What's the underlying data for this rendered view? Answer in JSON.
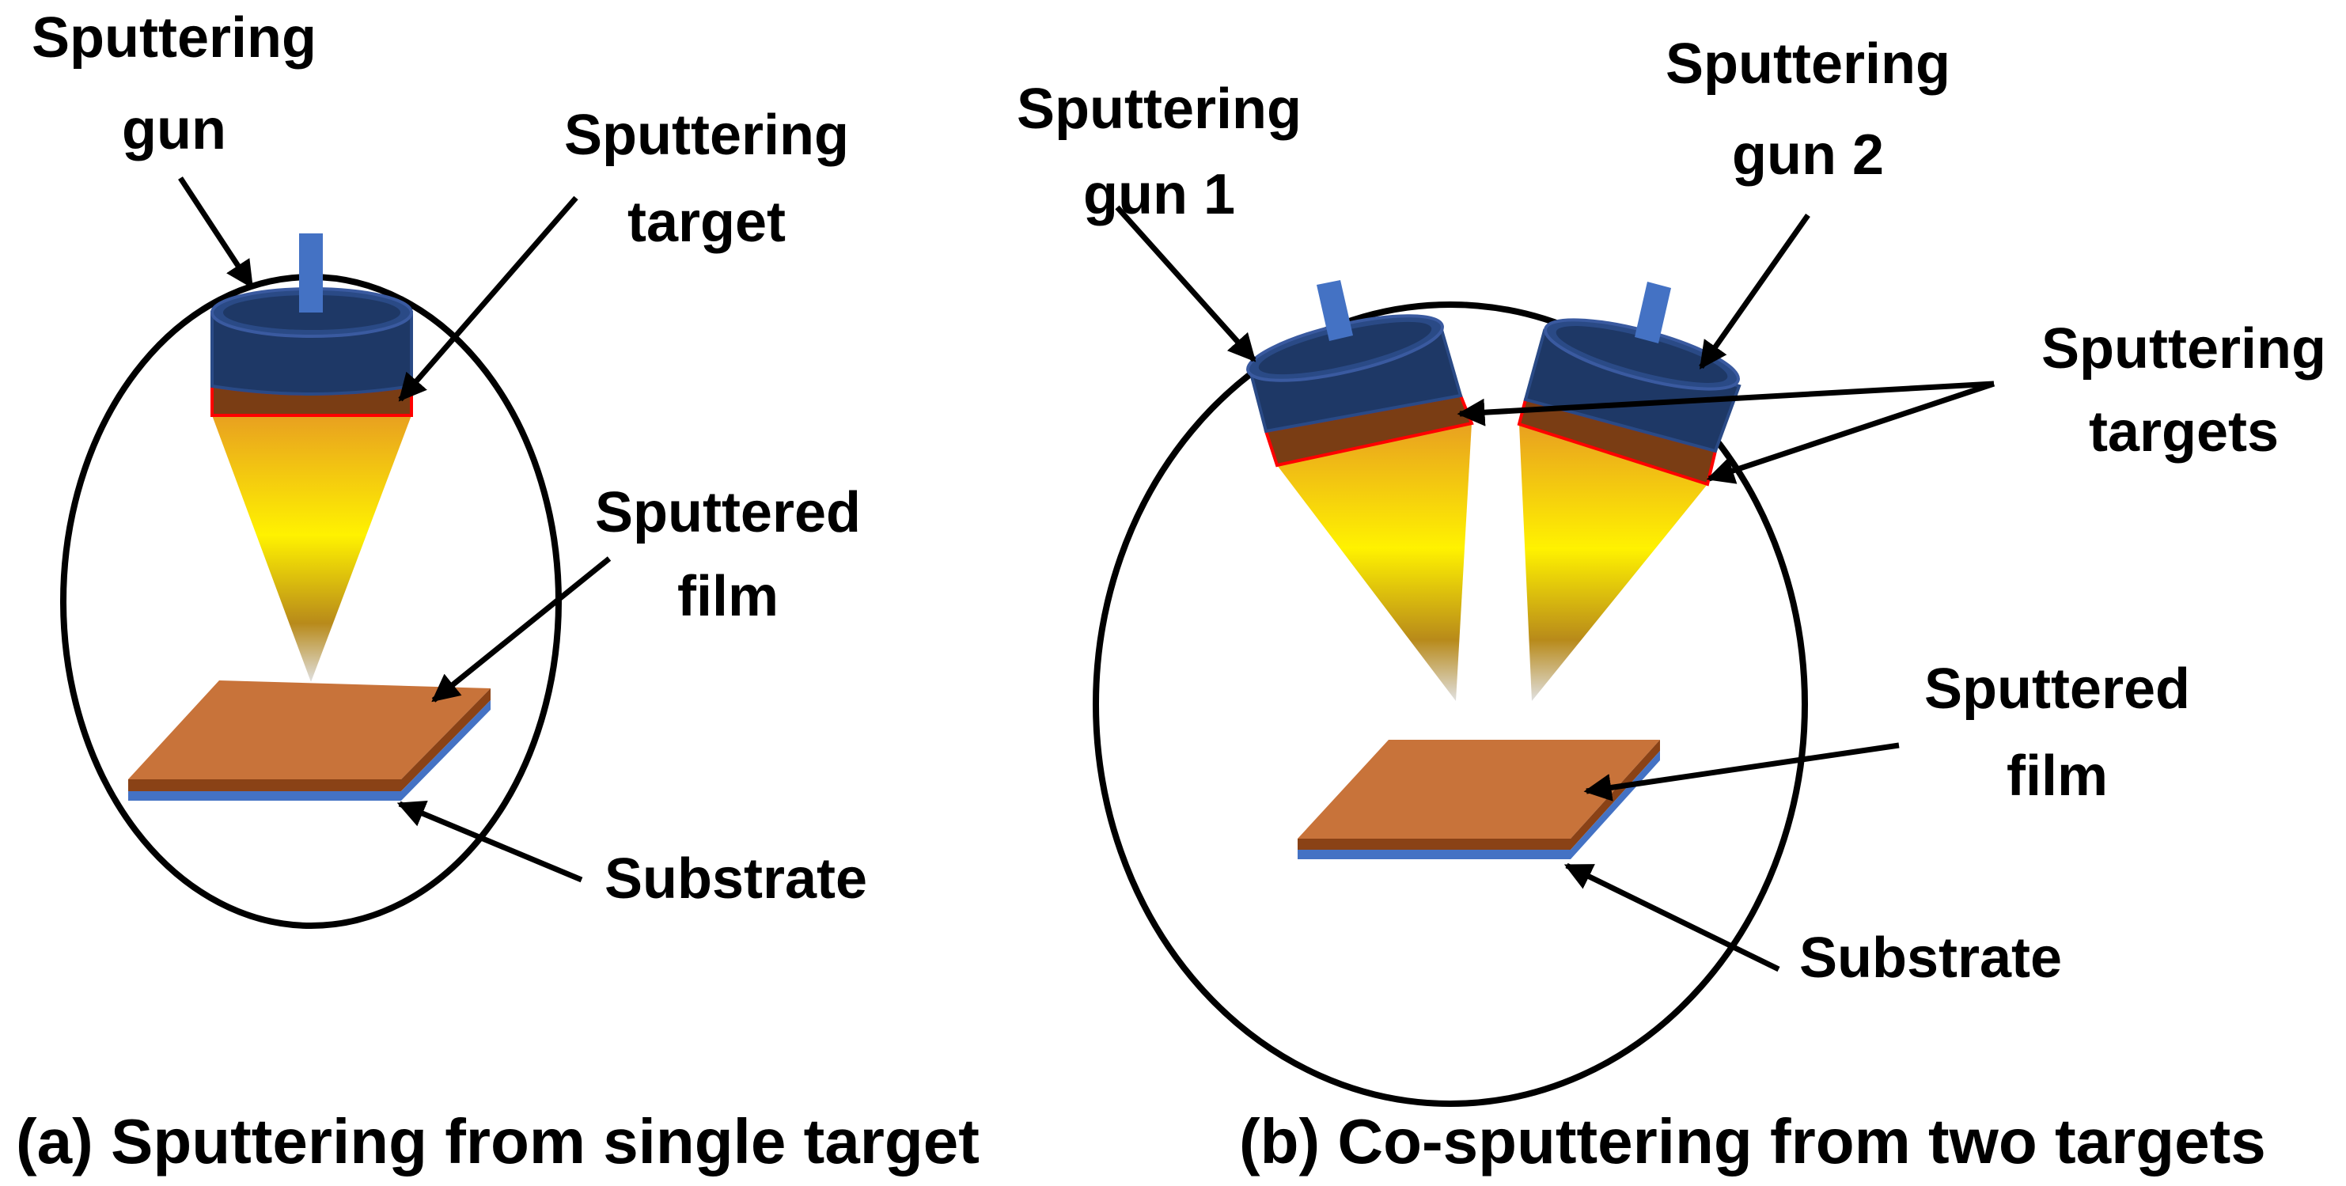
{
  "colors": {
    "gun_body": "#1e3866",
    "gun_rim": "#2a4a86",
    "gun_stem": "#4472c4",
    "target": "#7a3d14",
    "target_outline": "#ff0000",
    "plume_top": "#e8a020",
    "plume_mid": "#fff200",
    "plume_bottom": "#b8b8b8",
    "film": "#c8733a",
    "film_side": "#8a4216",
    "substrate": "#4472c4",
    "outline": "#000000"
  },
  "panel_a": {
    "caption": "(a) Sputtering from single target",
    "labels": {
      "gun_line1": "Sputtering",
      "gun_line2": "gun",
      "target_line1": "Sputtering",
      "target_line2": "target",
      "film_line1": "Sputtered",
      "film_line2": "film",
      "substrate": "Substrate"
    }
  },
  "panel_b": {
    "caption": "(b) Co-sputtering from two targets",
    "labels": {
      "gun1_line1": "Sputtering",
      "gun1_line2": "gun 1",
      "gun2_line1": "Sputtering",
      "gun2_line2": "gun 2",
      "targets_line1": "Sputtering",
      "targets_line2": "targets",
      "film_line1": "Sputtered",
      "film_line2": "film",
      "substrate": "Substrate"
    }
  }
}
